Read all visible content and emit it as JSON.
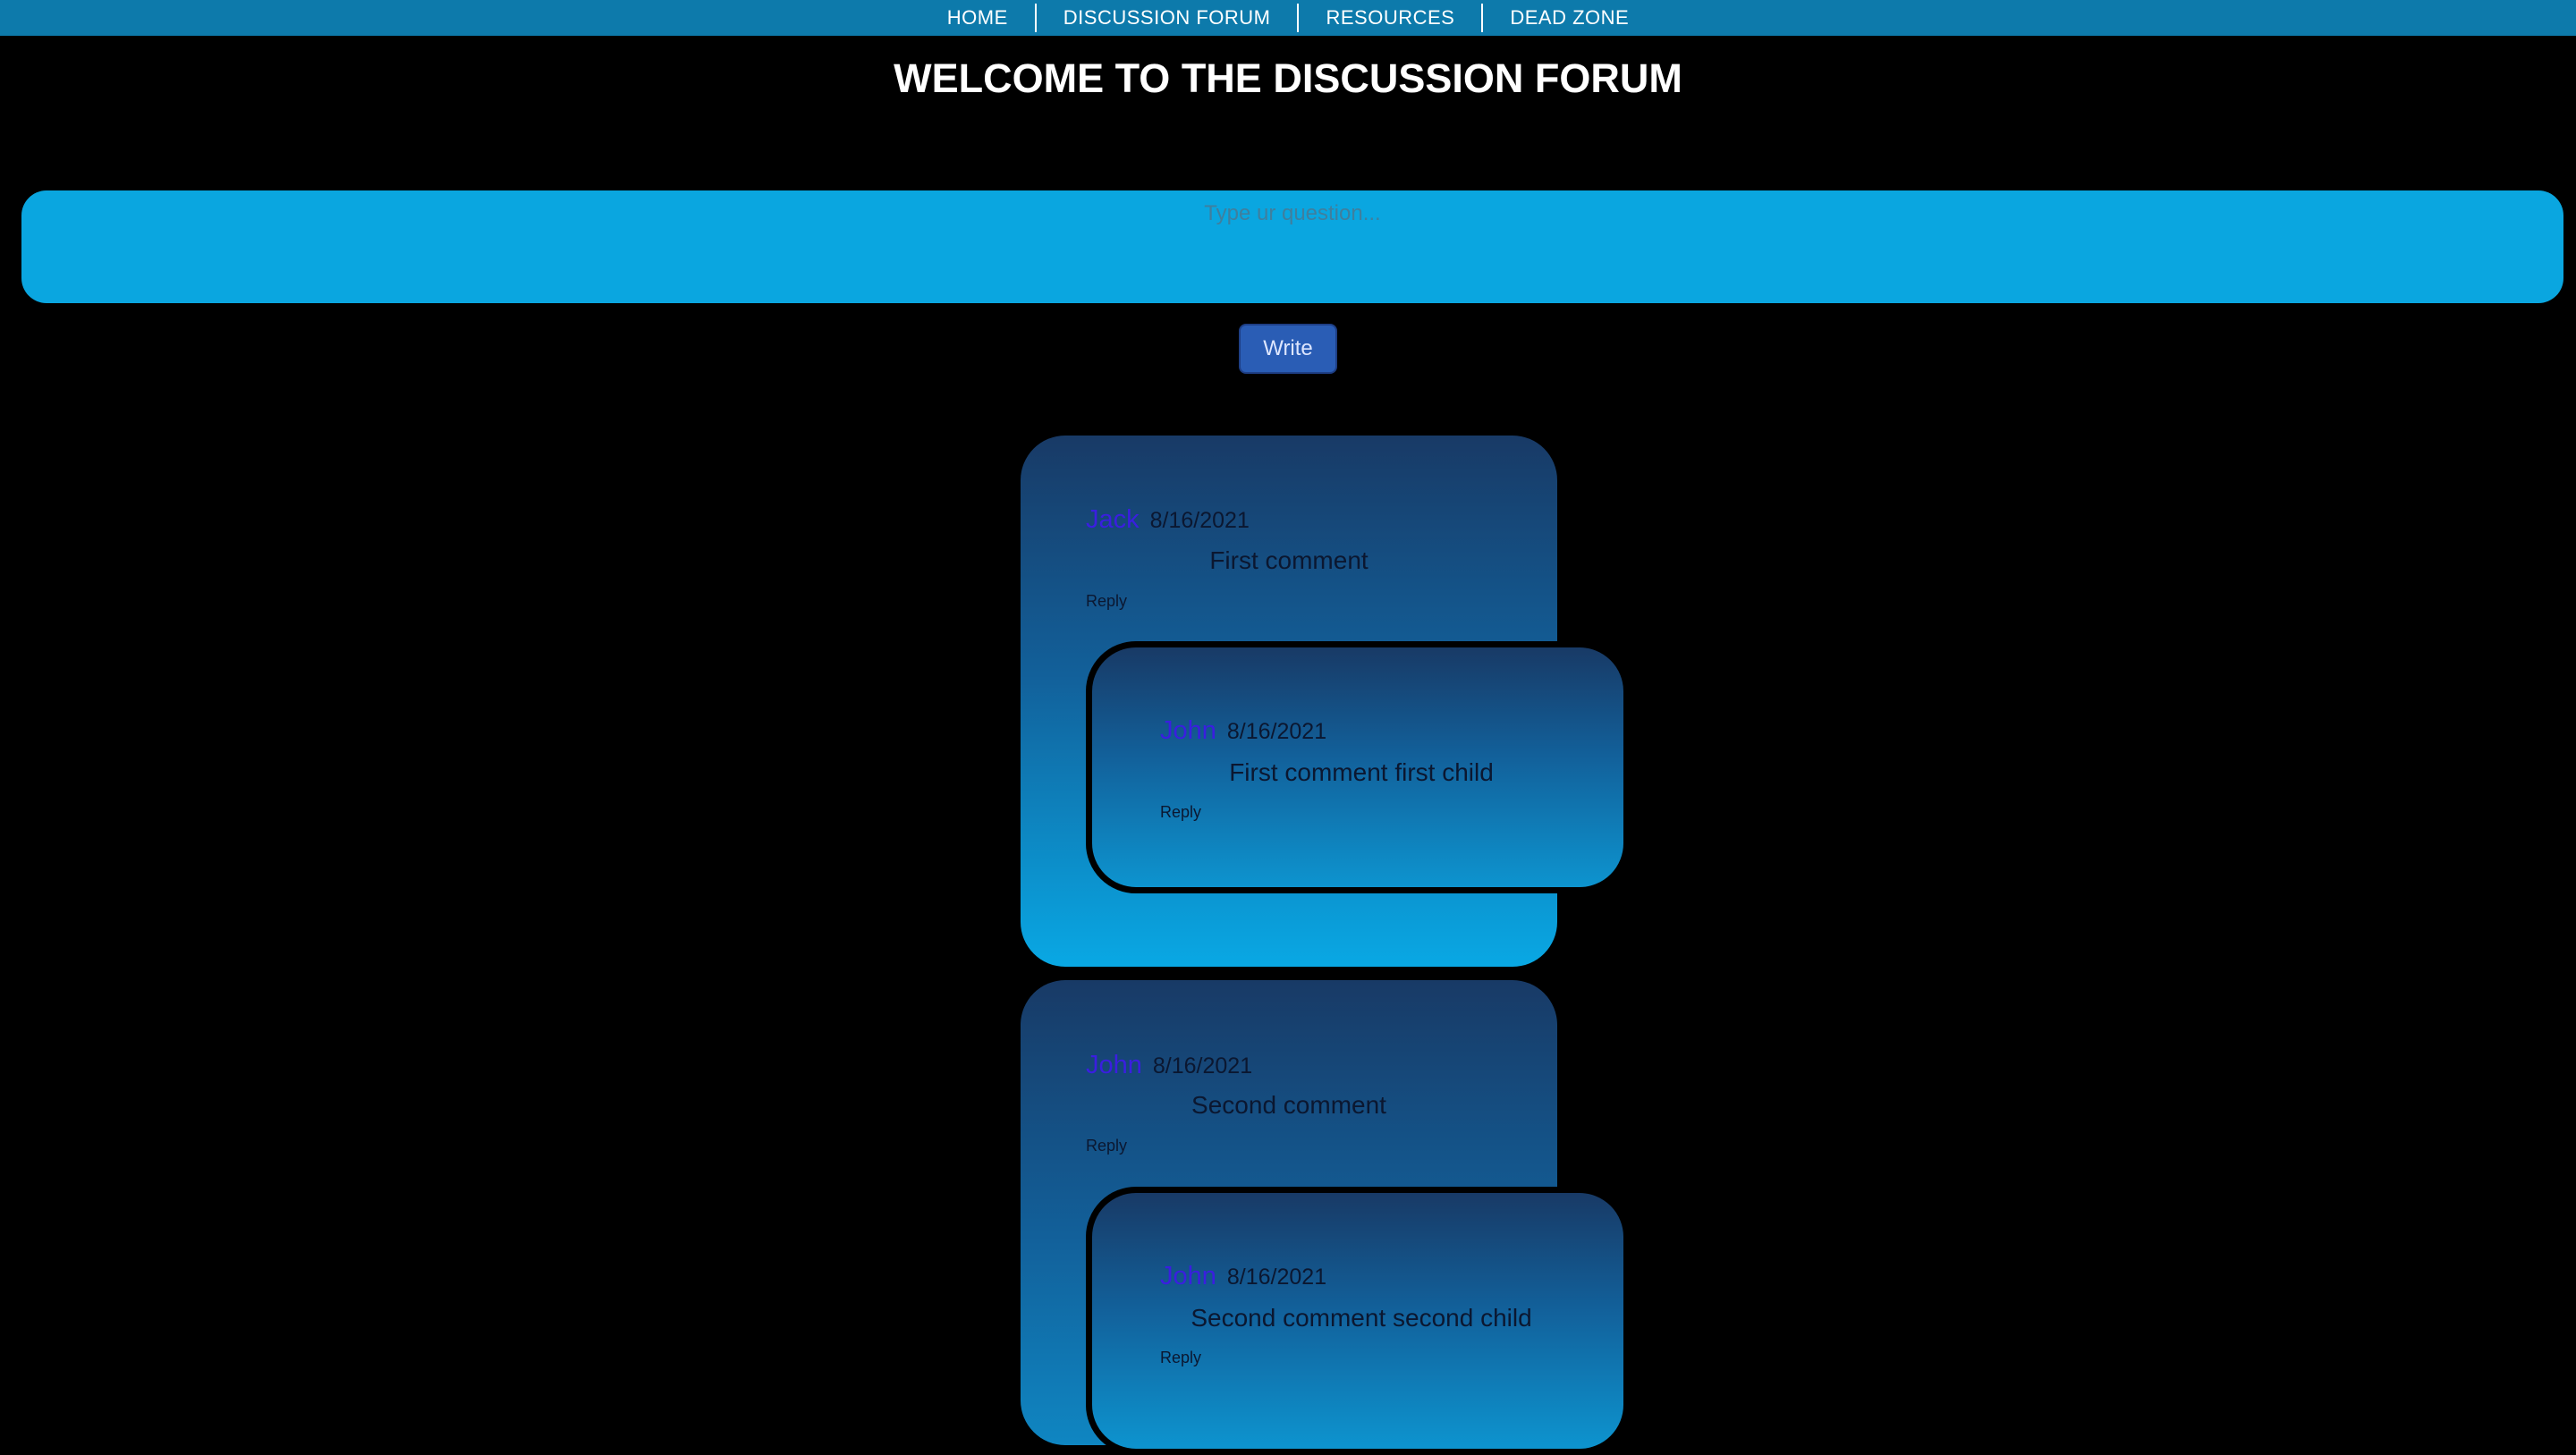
{
  "nav": {
    "items": [
      {
        "label": "HOME"
      },
      {
        "label": "DISCUSSION FORUM"
      },
      {
        "label": "RESOURCES"
      },
      {
        "label": "DEAD ZONE"
      }
    ]
  },
  "page": {
    "title": "WELCOME TO THE DISCUSSION FORUM"
  },
  "question": {
    "placeholder": "Type ur question...",
    "value": ""
  },
  "write_button": {
    "label": "Write"
  },
  "comments": [
    {
      "author": "Jack",
      "date": "8/16/2021",
      "text": "First comment",
      "reply_label": "Reply",
      "children": [
        {
          "author": "John",
          "date": "8/16/2021",
          "text": "First comment first child",
          "reply_label": "Reply"
        }
      ]
    },
    {
      "author": "John",
      "date": "8/16/2021",
      "text": "Second comment",
      "reply_label": "Reply",
      "children": [
        {
          "author": "John",
          "date": "8/16/2021",
          "text": "Second comment second child",
          "reply_label": "Reply"
        }
      ]
    }
  ],
  "colors": {
    "navbar": "#0d7aab",
    "background": "#000000",
    "input": "#0aa6e0",
    "button": "#2a5db5",
    "author_link": "#3a1ee0"
  }
}
